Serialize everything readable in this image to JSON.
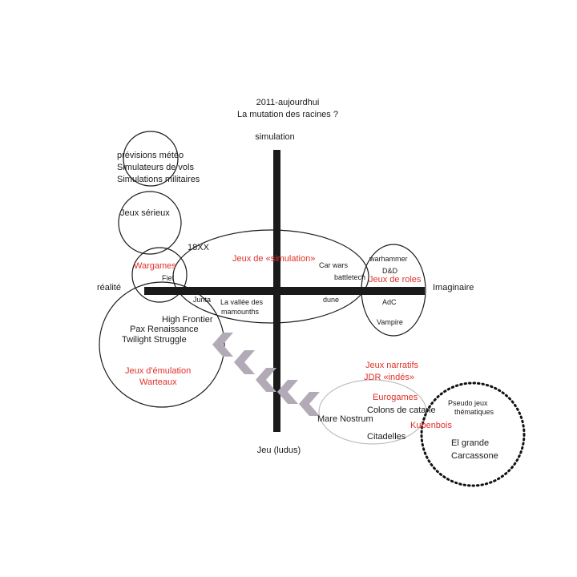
{
  "colors": {
    "ink": "#1a1a1a",
    "accent": "#e0302a",
    "chevron": "#b3aab8",
    "soft_circle": "#bdbdbd"
  },
  "header": {
    "period": "2011-aujourdhui",
    "subtitle": "La mutation des racines ?"
  },
  "axes": {
    "top": "simulation",
    "bottom": "Jeu (ludus)",
    "left": "réalité",
    "right": "Imaginaire"
  },
  "labels": {
    "previsions": "prévisions météo",
    "simulateurs": "Simulateurs de vols",
    "simulations_mil": "Simulations militaires",
    "jeux_serieux": "Jeux sérieux",
    "x18xx": "18XX",
    "jeux_simulation": "Jeux de «simulation»",
    "wargames": "Wargames",
    "fief": "Fief",
    "car_wars": "Car wars",
    "battletech": "battletech",
    "warhammer": "warhammer",
    "dd": "D&D",
    "jeux_roles": "Jeux de roles",
    "junta": "Junta",
    "vallee_1": "La vallée des",
    "vallee_2": "mamounths",
    "dune": "dune",
    "adc": "AdC",
    "vampire": "Vampire",
    "high_frontier": "High Frontier",
    "pax": "Pax Renaissance",
    "twilight": "Twilight Struggle",
    "emulation": "Jeux d'émulation",
    "warteaux": "Warteaux",
    "jeux_narratifs": "Jeux narratifs",
    "jdr_indes": "JDR «indés»",
    "eurogames": "Eurogames",
    "colons": "Colons de catane",
    "kubenbois": "Kubenbois",
    "mare_nostrum": "Mare Nostrum",
    "citadelles": "Citadelles",
    "pseudo_1": "Pseudo jeux",
    "pseudo_2": "thématiques",
    "el_grande": "El grande",
    "carcassone": "Carcassone"
  }
}
